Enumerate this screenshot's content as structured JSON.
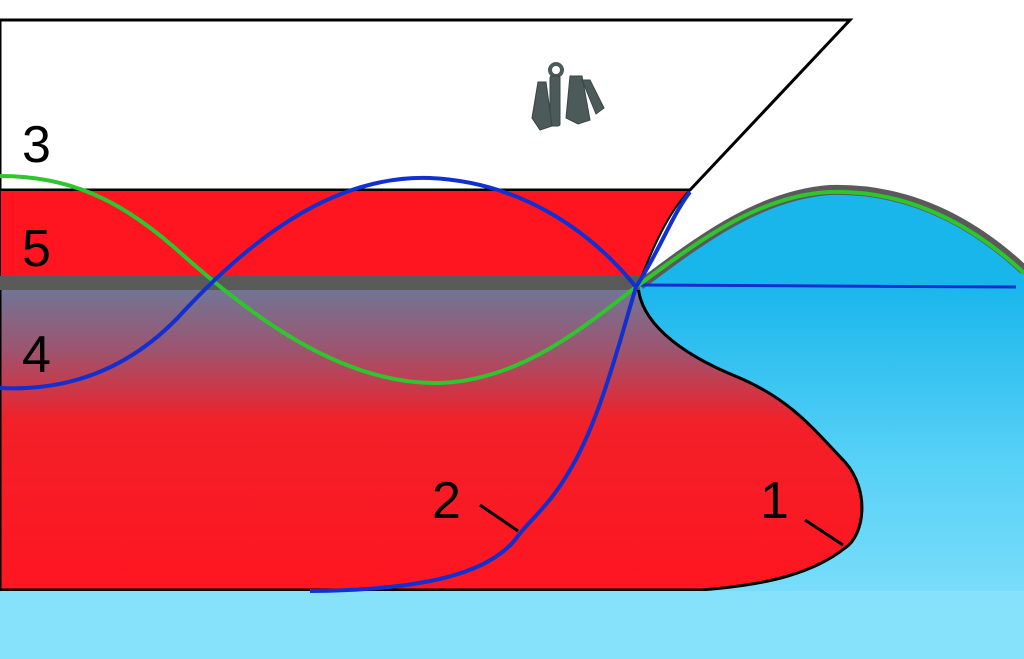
{
  "labels": {
    "bulb": "1",
    "bow_wave": "2",
    "deck": "3",
    "ship_wave": "4",
    "hull_band": "5"
  },
  "icons": {
    "anchor": "anchor-icon"
  },
  "colors": {
    "hull_red": "#ff1520",
    "waterline_gray": "#5a5a5a",
    "water_light": "#86e1fb",
    "water_dark": "#19b6ec",
    "curve_green": "#2ec52e",
    "curve_blue": "#1230d0",
    "anchor_gray": "#4c5a5a",
    "outline": "#000000"
  }
}
